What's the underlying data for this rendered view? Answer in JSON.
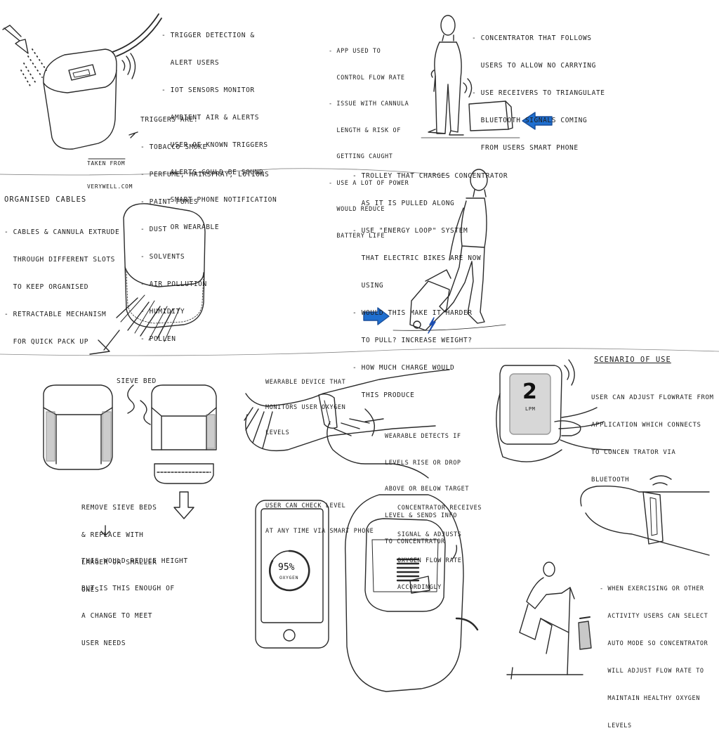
{
  "panels": {
    "trigger_detection": {
      "notes": [
        "- TRIGGER DETECTION &",
        "  ALERT USERS",
        "- IOT SENSORS MONITOR",
        "  AMBIENT AIR & ALERTS",
        "  USER OF KNOWN TRIGGERS",
        "- ALERTS COULD BE SOUND",
        "  SMART PHONE NOTIFICATION",
        "  OR WEARABLE"
      ],
      "triggers_heading": "TRIGGERS ARE:",
      "triggers": [
        "- TOBACCO SMOKE",
        "- PERFUME, HAIRSPRAY, LOTIONS",
        "- PAINT FUMES",
        "- DUST",
        "- SOLVENTS",
        "- AIR POLLUTION",
        "- HUMIDITY",
        "- POLLEN"
      ],
      "credit": [
        "TAKEN FROM",
        "VERYWELL.COM"
      ]
    },
    "following_concentrator": {
      "left_notes": [
        "- APP USED TO",
        "  CONTROL FLOW RATE",
        "- ISSUE WITH CANNULA",
        "  LENGTH & RISK OF",
        "  GETTING CAUGHT",
        "- USE A LOT OF POWER",
        "  WOULD REDUCE",
        "  BATTERY LIFE"
      ],
      "right_notes": [
        "- CONCENTRATOR THAT FOLLOWS",
        "  USERS TO ALLOW NO CARRYING",
        "- USE RECEIVERS TO TRIANGULATE",
        "  BLUETOOTH SIGNALS COMING",
        "  FROM USERS SMART PHONE"
      ]
    },
    "cable_storage": {
      "title": "ORGANISED CABLES",
      "notes": [
        "- CABLES & CANNULA EXTRUDE",
        "  THROUGH DIFFERENT SLOTS",
        "  TO KEEP ORGANISED",
        "- RETRACTABLE MECHANISM",
        "  FOR QUICK PACK UP"
      ]
    },
    "trolley": {
      "notes": [
        "- TROLLEY THAT CHARGES CONCENTRATOR",
        "  AS IT IS PULLED ALONG",
        "- USE \"ENERGY LOOP\" SYSTEM",
        "  THAT ELECTRIC BIKES ARE NOW",
        "  USING",
        "- WOULD THIS MAKE IT HARDER",
        "  TO PULL? INCREASE WEIGHT?",
        "- HOW MUCH CHARGE WOULD",
        "  THIS PRODUCE"
      ]
    },
    "sieve_beds": {
      "label": "SIEVE BED",
      "notes": [
        "REMOVE SIEVE BEDS",
        "& REPLACE WITH",
        "LARGER OR SMALLER",
        "ONES"
      ],
      "question": [
        "THIS WOULD REDUCE HEIGHT",
        "BUT IS THIS ENOUGH OF",
        "A CHANGE TO MEET",
        "USER NEEDS"
      ]
    },
    "wearable": {
      "label": [
        "WEARABLE DEVICE THAT",
        "MONITORS USER OXYGEN",
        "LEVELS"
      ],
      "notes": [
        "WEARABLE DETECTS IF",
        "LEVELS RISE OR DROP",
        "ABOVE OR BELOW TARGET",
        "LEVEL & SENDS INFO",
        "TO CONCENTRATOR"
      ]
    },
    "scenario": {
      "title": "SCENARIO OF USE",
      "notes": [
        "USER CAN ADJUST FLOWRATE FROM",
        "APPLICATION WHICH CONNECTS",
        "TO CONCEN TRATOR VIA",
        "BLUETOOTH"
      ],
      "phone_value": "2",
      "phone_unit": "LPM"
    },
    "smartphone_check": {
      "notes": [
        "USER CAN CHECK LEVEL",
        "AT ANY TIME VIA SMART PHONE"
      ],
      "oxygen_value": "95%",
      "oxygen_label": "OXYGEN",
      "concentrator_notes": [
        "CONCENTRATOR RECEIVES",
        "SIGNAL & ADJUSTS",
        "OXYGEN FLOW RATE",
        "ACCORDINGLY"
      ]
    },
    "exercise": {
      "notes": [
        "- WHEN EXERCISING OR OTHER",
        "  ACTIVITY USERS CAN SELECT",
        "  AUTO MODE SO CONCENTRATOR",
        "  WILL ADJUST FLOW RATE TO",
        "  MAINTAIN HEALTHY OXYGEN",
        "  LEVELS"
      ]
    }
  },
  "colors": {
    "ink": "#1c1c1c",
    "arrow_blue": "#1f6fd0",
    "bolt_blue": "#1f4fb0"
  }
}
